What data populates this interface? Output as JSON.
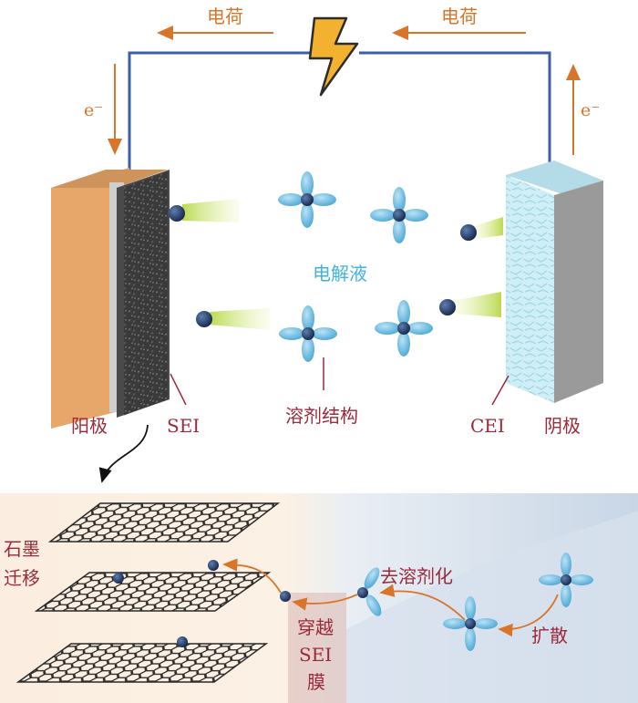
{
  "top": {
    "charge_left": "电荷",
    "charge_right": "电荷",
    "electron_left": "e⁻",
    "electron_right": "e⁻"
  },
  "cell": {
    "electrolyte": "电解液",
    "anode": "阳极",
    "sei": "SEI",
    "solvent_structure": "溶剂结构",
    "cei": "CEI",
    "cathode": "阴极"
  },
  "inset": {
    "graphite_migration_1": "石墨",
    "graphite_migration_2": "迁移",
    "desolvation": "去溶剂化",
    "diffusion": "扩散",
    "cross_sei_1": "穿越",
    "cross_sei_2": "SEI",
    "cross_sei_3": "膜"
  },
  "colors": {
    "orange": "#d9752b",
    "wire": "#3e5fa8",
    "label_red": "#9b2a3a",
    "electrolyte_cyan": "#43b3dd",
    "bolt": "#f2b12e"
  }
}
